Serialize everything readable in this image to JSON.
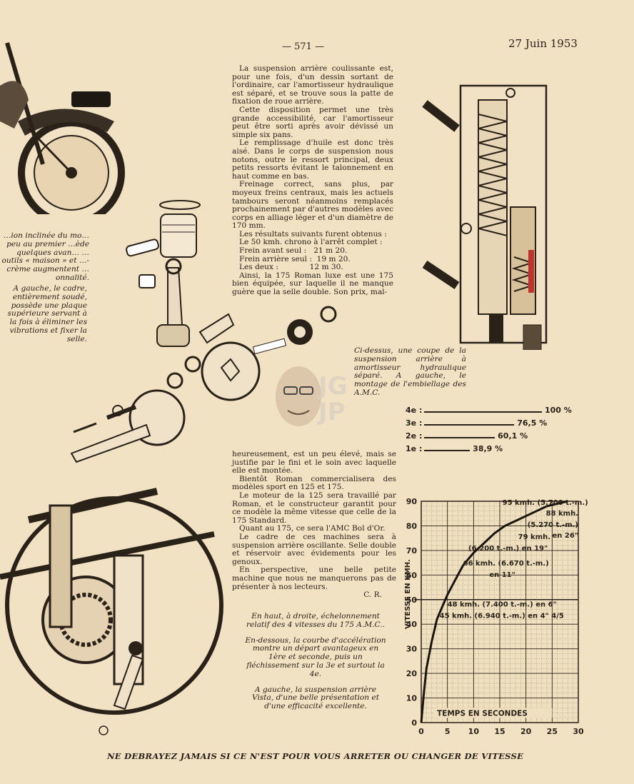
{
  "header": {
    "page_number": "— 571 —",
    "date": "27 Juin 1953"
  },
  "article_top": [
    "La suspension arrière coulissante est, pour une fois, d'un dessin sortant de l'ordinaire, car l'amortisseur hydraulique est séparé, et se trouve sous la patte de fixation de roue arrière.",
    "Cette disposition permet une très grande accessibilité, car l'amortisseur peut être sorti après avoir dévissé un simple six pans.",
    "Le remplissage d'huile est donc très aisé. Dans le corps de suspension nous notons, outre le ressort principal, deux petits ressorts évitant le talonnement en haut comme en bas.",
    "Freinage correct, sans plus, par moyeux freins centraux, mais les actuels tambours seront néanmoins remplacés prochainement par d'autres modèles avec corps en alliage léger et d'un diamètre de 170 mm.",
    "Les résultats suivants furent obtenus :"
  ],
  "results": [
    "Le 50 kmh. chrono à l'arrêt complet :",
    "Frein avant seul :   21 m 20.",
    "Frein arrière seul :  19 m 20.",
    "Les deux :             12 m 30."
  ],
  "article_top_end": "Ainsi, la 175 Roman luxe est une 175 bien équipée, sur laquelle il ne manque guère que la selle double. Son prix, mal-",
  "article_bottom": [
    "heureusement, est un peu élevé, mais se justifie par le fini et le soin avec laquelle elle est montée.",
    "Bientôt Roman commercialisera des modèles sport en 125 et 175.",
    "Le moteur de la 125 sera travaillé par Roman, et le constructeur garantit pour ce modèle la même vitesse que celle de la 175 Standard.",
    "Quant au 175, ce sera l'AMC Bol d'Or.",
    "Le cadre de ces machines sera à suspension arrière oscillante. Selle double et réservoir avec évidements pour les genoux.",
    "En perspective, une belle petite machine que nous ne manquerons pas de présenter à nos lecteurs."
  ],
  "signature": "C. R.",
  "captions": {
    "left_top": "…ion inclinée du mo… peu au premier …ède quelques avan… …outils « maison » et …-crème augmentent …onnalité.",
    "left_bottom": "A gauche, le cadre, entièrement soudé, possède une plaque supérieure servant à la fois à éliminer les vibrations et fixer la selle.",
    "right": "Ci-dessus, une coupe de la suspension arrière à amortisseur hydraulique séparé. A gauche, le montage de l'embiellage des A.M.C.",
    "bottom": [
      "En haut, à droite, échelonnement relatif des 4 vitesses du 175 A.M.C..",
      "En-dessous, la courbe d'accélération montre un départ avantageux en 1ère et seconde, puis un fléchissement sur la 3e et surtout la 4e.",
      "A gauche, la suspension arrière Vista, d'une belle présentation et d'une efficacité excellente."
    ]
  },
  "gears": [
    {
      "label": "4e :",
      "pct_label": "100 %",
      "value": 100
    },
    {
      "label": "3e :",
      "pct_label": "76,5 %",
      "value": 76.5
    },
    {
      "label": "2e :",
      "pct_label": "60,1 %",
      "value": 60.1
    },
    {
      "label": "1e :",
      "pct_label": "38,9 %",
      "value": 38.9
    }
  ],
  "chart_data": {
    "type": "line",
    "ylabel": "VITESSE EN KMH.",
    "xlabel": "TEMPS EN SECONDES",
    "xlim": [
      0,
      30
    ],
    "ylim": [
      0,
      90
    ],
    "x_ticks": [
      "0",
      "5",
      "10",
      "15",
      "20",
      "25",
      "30"
    ],
    "y_ticks": [
      "0",
      "10",
      "20",
      "30",
      "40",
      "50",
      "60",
      "70",
      "80",
      "90"
    ],
    "grid": true,
    "series": [
      {
        "x": [
          0,
          0.5,
          1,
          2,
          3,
          4,
          5,
          6,
          7,
          8,
          10,
          12,
          14,
          16,
          18,
          20,
          22,
          24,
          26,
          28
        ],
        "y": [
          0,
          12,
          22,
          33,
          42,
          47,
          52,
          56,
          60,
          64,
          69,
          73,
          77,
          80,
          82,
          84,
          86,
          88,
          89,
          90
        ]
      }
    ],
    "annotations": [
      "95 kmh. (5.700 t.-m.)",
      "88 kmh.",
      "(5.270 t.-m.)",
      "en 26\"",
      "79 kmh.",
      "(6.200 t.-m.) en 19\"",
      "66 kmh. (6.670 t.-m.)",
      "en 11\"",
      "48 kmh. (7.400 t.-m.) en 6\"",
      "45 kmh. (6.940 t.-m.) en 4\" 4/5"
    ]
  },
  "footer": "NE DEBRAYEZ JAMAIS SI CE N'EST POUR VOUS ARRETER OU CHANGER DE VITESSE",
  "colors": {
    "paper": "#f2e2c4",
    "ink": "#2a2118",
    "red": "#c0332b"
  }
}
